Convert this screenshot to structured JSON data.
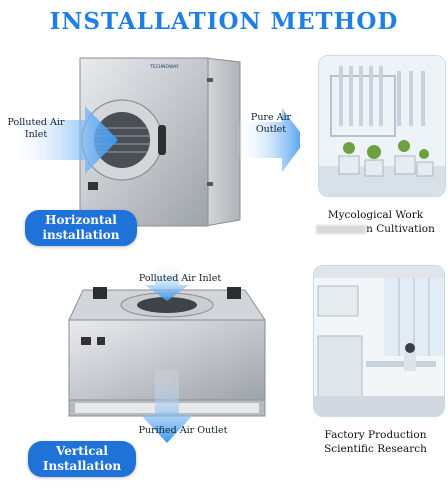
{
  "title": "INSTALLATION METHOD",
  "horizontal": {
    "inlet_label": "Polluted Air Inlet",
    "outlet_label": "Pure Air Outlet",
    "brand": "TECHNOWAY",
    "badge": "Horizontal installation"
  },
  "vertical": {
    "inlet_label": "Polluted Air Inlet",
    "outlet_label": "Purified Air Outlet",
    "badge": "Vertical Installation"
  },
  "captions": {
    "lab1": "Mycological Work",
    "lab1_line2": "n Cultivation",
    "lab2_line1": "Factory Production",
    "lab2_line2": "Scientific Research"
  },
  "colors": {
    "accent": "#1f7fe3",
    "badge": "#1f73d8",
    "arrow": "#4aa3f0"
  }
}
